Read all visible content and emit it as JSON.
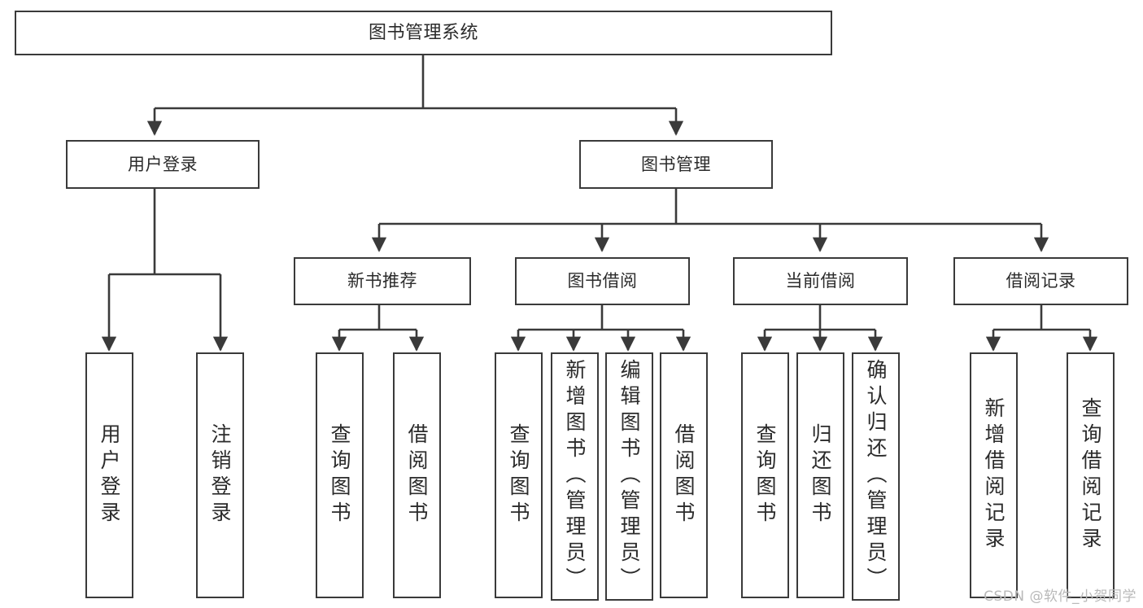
{
  "diagram": {
    "title": "图书管理系统",
    "type": "tree-hierarchy",
    "watermark": "CSDN @软件_小贺同学",
    "colors": {
      "background": "#ffffff",
      "node_border": "#3a3a3a",
      "node_fill": "#ffffff",
      "text": "#2b2b2b",
      "edge": "#3a3a3a",
      "watermark": "#b9b9b9"
    },
    "levels": {
      "level0": [
        {
          "id": "root",
          "label": "图书管理系统"
        }
      ],
      "level1": [
        {
          "id": "user-login",
          "label": "用户登录",
          "parent": "root"
        },
        {
          "id": "book-manage",
          "label": "图书管理",
          "parent": "root"
        }
      ],
      "level2": [
        {
          "id": "new-book-rec",
          "label": "新书推荐",
          "parent": "book-manage"
        },
        {
          "id": "book-borrow",
          "label": "图书借阅",
          "parent": "book-manage"
        },
        {
          "id": "current-borrow",
          "label": "当前借阅",
          "parent": "book-manage"
        },
        {
          "id": "borrow-record",
          "label": "借阅记录",
          "parent": "book-manage"
        }
      ],
      "leaves": [
        {
          "id": "leaf-user-login",
          "label": "用户登录",
          "parent": "user-login"
        },
        {
          "id": "leaf-user-logout",
          "label": "注销登录",
          "parent": "user-login"
        },
        {
          "id": "leaf-query-book-1",
          "label": "查询图书",
          "parent": "new-book-rec"
        },
        {
          "id": "leaf-borrow-book-1",
          "label": "借阅图书",
          "parent": "new-book-rec"
        },
        {
          "id": "leaf-query-book-2",
          "label": "查询图书",
          "parent": "book-borrow"
        },
        {
          "id": "leaf-add-book",
          "label": "新增图书（管理员）",
          "parent": "book-borrow"
        },
        {
          "id": "leaf-edit-book",
          "label": "编辑图书（管理员）",
          "parent": "book-borrow"
        },
        {
          "id": "leaf-borrow-book-2",
          "label": "借阅图书",
          "parent": "book-borrow"
        },
        {
          "id": "leaf-query-book-3",
          "label": "查询图书",
          "parent": "current-borrow"
        },
        {
          "id": "leaf-return-book",
          "label": "归还图书",
          "parent": "current-borrow"
        },
        {
          "id": "leaf-confirm-return",
          "label": "确认归还（管理员）",
          "parent": "current-borrow"
        },
        {
          "id": "leaf-add-record",
          "label": "新增借阅记录",
          "parent": "borrow-record"
        },
        {
          "id": "leaf-query-record",
          "label": "查询借阅记录",
          "parent": "borrow-record"
        }
      ]
    }
  }
}
